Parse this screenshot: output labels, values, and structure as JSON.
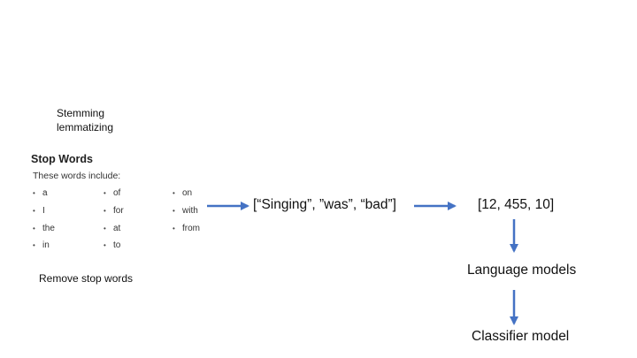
{
  "notes": {
    "stemming": "Stemming",
    "lemmatizing": "lemmatizing",
    "remove_stop_words": "Remove stop words"
  },
  "stop_words_panel": {
    "title": "Stop Words",
    "subtitle": "These words include:",
    "columns": [
      [
        "a",
        "I",
        "the",
        "in"
      ],
      [
        "of",
        "for",
        "at",
        "to"
      ],
      [
        "on",
        "with",
        "from"
      ]
    ]
  },
  "pipeline": {
    "tokens": "[“Singing”, ”was”, “bad”]",
    "ids": "[12, 455, 10]",
    "language_models": "Language models",
    "classifier_model": "Classifier model"
  },
  "colors": {
    "arrow": "#4472C4"
  }
}
